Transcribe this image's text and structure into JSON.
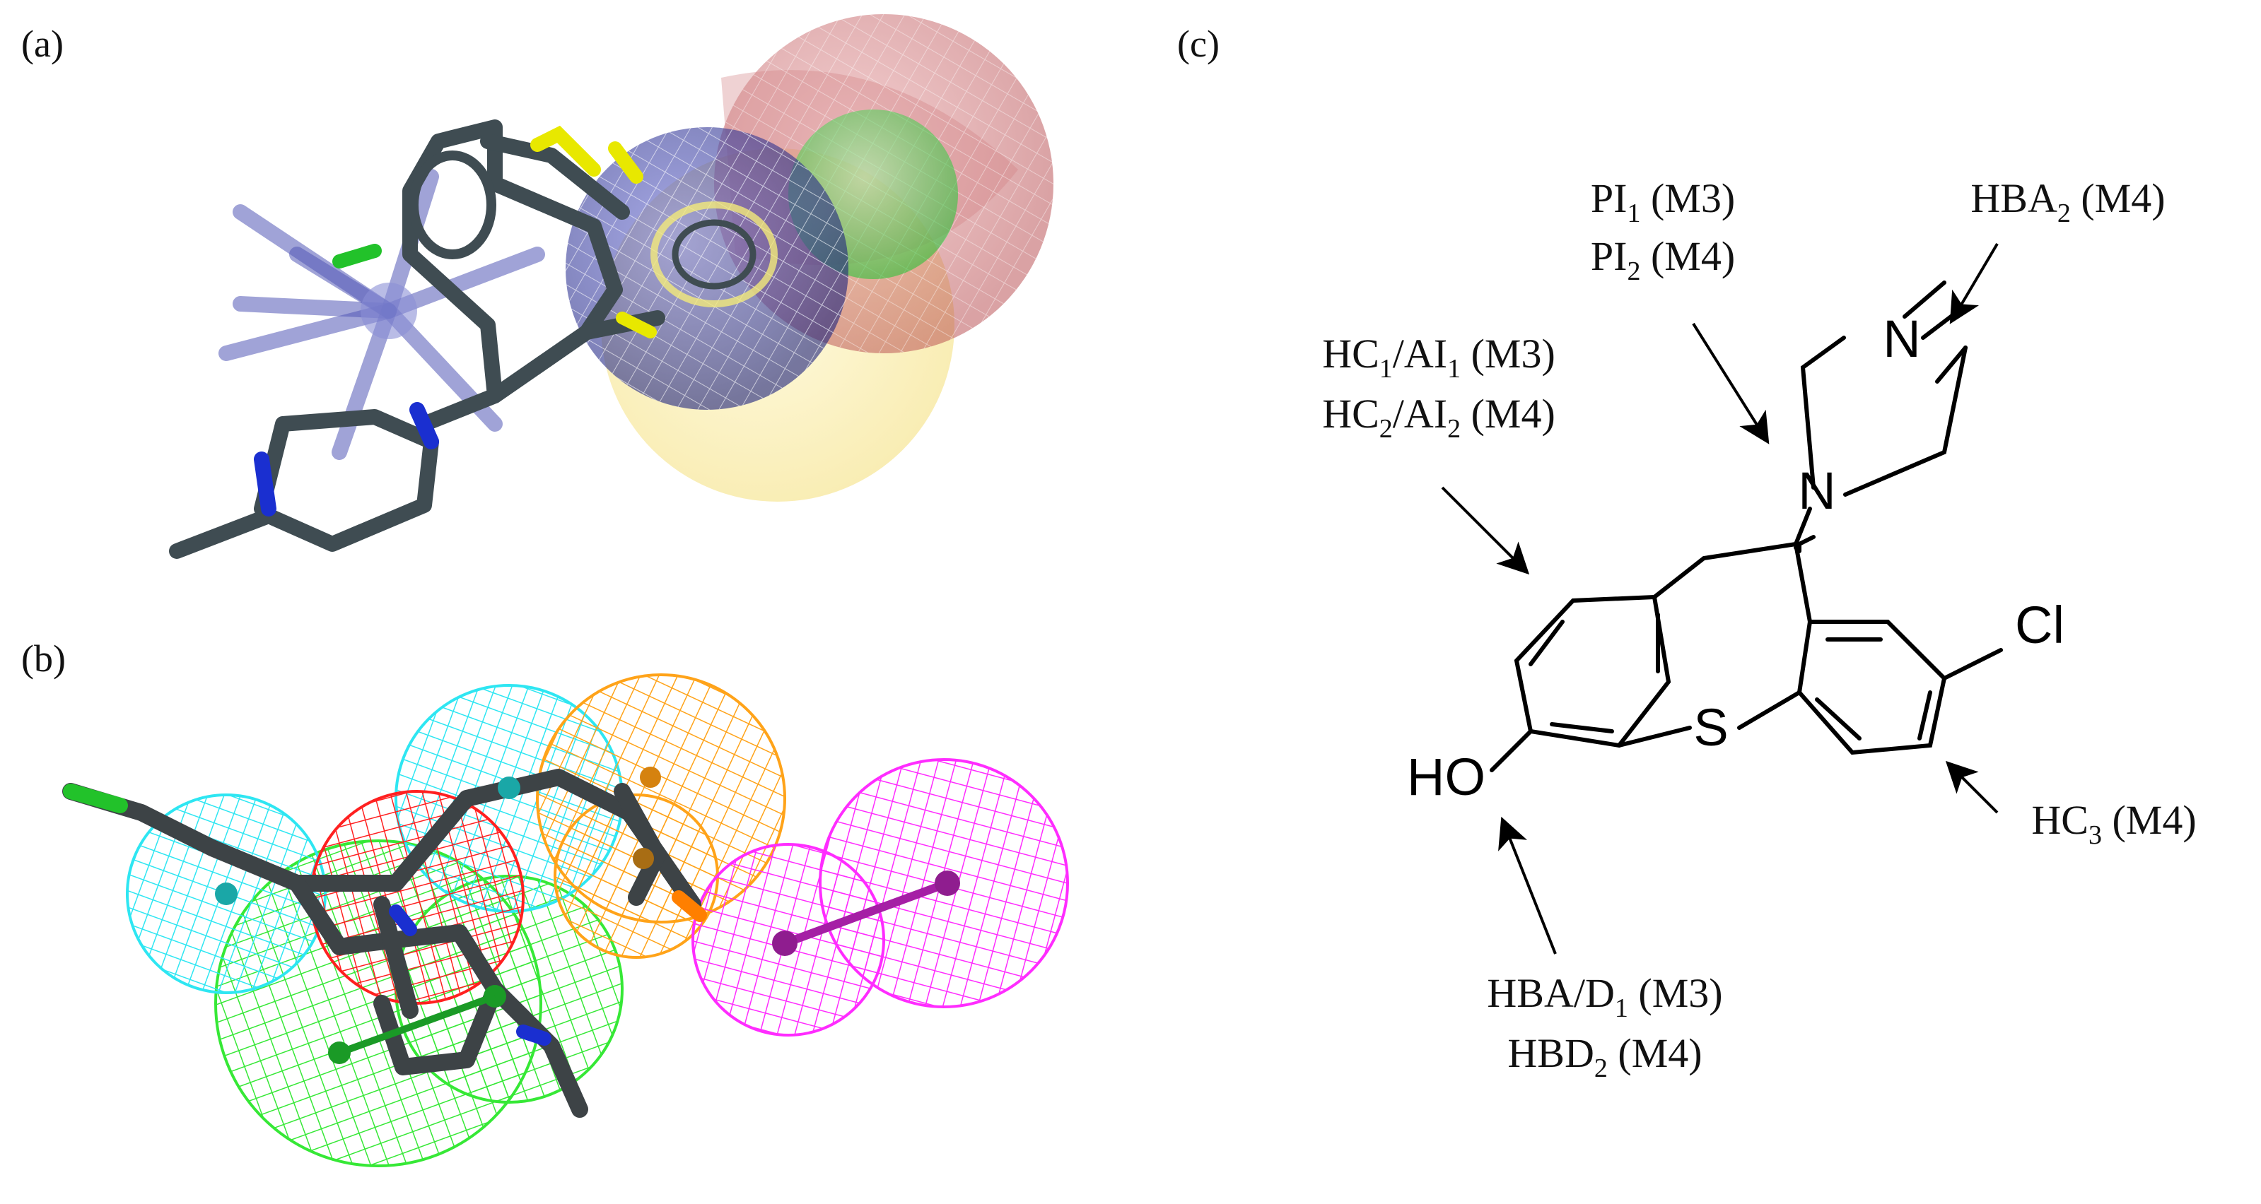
{
  "panels": {
    "a": "(a)",
    "b": "(b)",
    "c": "(c)"
  },
  "atoms": {
    "n_top": "N",
    "n_bottom": "N",
    "cl": "Cl",
    "s": "S",
    "ho": "HO"
  },
  "labels": {
    "pi": [
      {
        "base": "PI",
        "sub": "1",
        "rest": " (M3)"
      },
      {
        "base": "PI",
        "sub": "2",
        "rest": " (M4)"
      }
    ],
    "hba2": {
      "base": "HBA",
      "sub": "2",
      "rest": " (M4)"
    },
    "hc_ai": [
      {
        "b1": "HC",
        "s1": "1",
        "b2": "/AI",
        "s2": "1",
        "rest": " (M3)"
      },
      {
        "b1": "HC",
        "s1": "2",
        "b2": "/AI",
        "s2": "2",
        "rest": " (M4)"
      }
    ],
    "hc3": {
      "base": "HC",
      "sub": "3",
      "rest": " (M4)"
    },
    "hba_hbd": [
      {
        "base": "HBA/D",
        "sub": "1",
        "rest": " (M3)"
      },
      {
        "base": "HBD",
        "sub": "2",
        "rest": " (M4)"
      }
    ]
  },
  "colors": {
    "stick_carbon": "#3f4c52",
    "nitrogen": "#1a2fd0",
    "sulfur": "#e8e800",
    "chlorine": "#22c22a",
    "sphere_blue": "#2b2f9c",
    "sphere_red": "#b5464a",
    "sphere_yellow": "#f3dd72",
    "sphere_green_a": "#2ec23a",
    "mesh_cyan": "#2ee6f2",
    "mesh_red": "#ff2020",
    "mesh_orange": "#ffa319",
    "mesh_green": "#36e836",
    "mesh_magenta": "#ff2cff"
  }
}
